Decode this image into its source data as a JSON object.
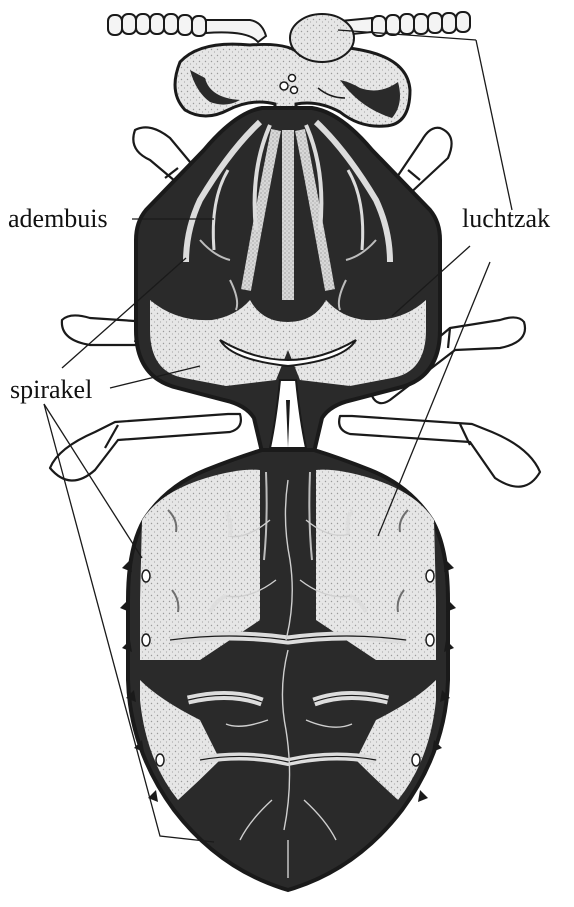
{
  "labels": {
    "ademhalingsbuis": "adembuis",
    "luchtzak": "luchtzak",
    "spirakel": "spirakel"
  },
  "colors": {
    "ink": "#1a1a1a",
    "body_dark": "#2a2a2a",
    "air_sac": "#e9e9e9",
    "paper": "#ffffff"
  }
}
